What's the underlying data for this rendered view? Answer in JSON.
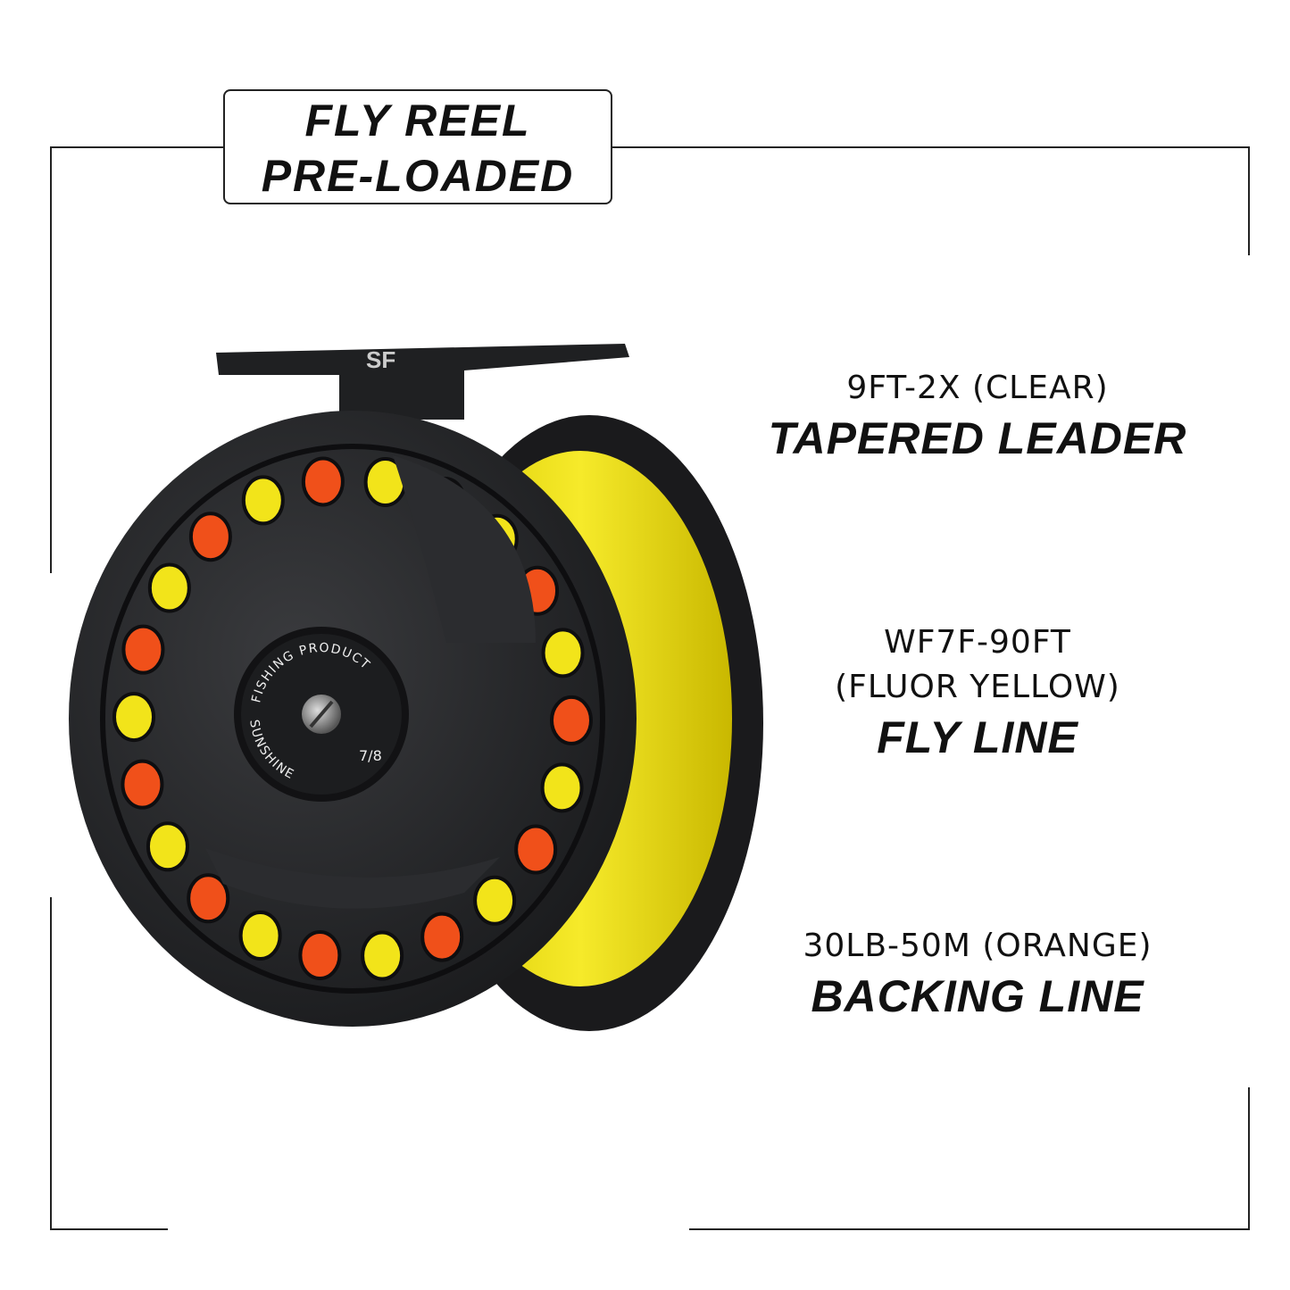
{
  "badge": {
    "line1": "FLY REEL",
    "line2": "PRE-LOADED"
  },
  "specs": [
    {
      "sub": [
        "9FT-2X (CLEAR)"
      ],
      "main": "TAPERED LEADER"
    },
    {
      "sub": [
        "WF7F-90FT",
        "(FLUOR YELLOW)"
      ],
      "main": "FLY LINE"
    },
    {
      "sub": [
        "30LB-50M (ORANGE)"
      ],
      "main": "BACKING LINE"
    }
  ],
  "reel": {
    "logo": "SF",
    "knob_text_top": "FISHING PRODUCT",
    "knob_text_bottom": "SUNSHINE",
    "knob_size": "7/8",
    "colors": {
      "body": "#1e1f21",
      "fly_line": "#f2e41a",
      "backing": "#f0501a"
    }
  }
}
